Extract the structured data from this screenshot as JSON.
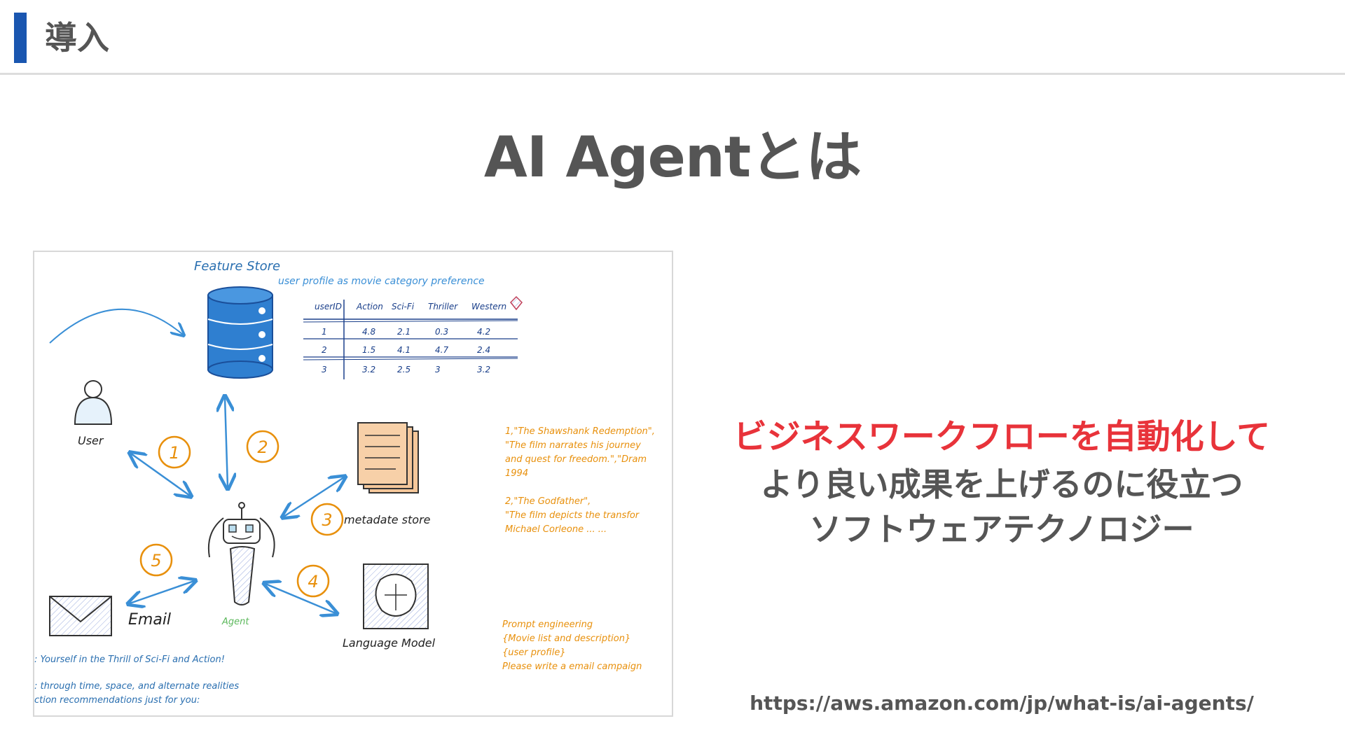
{
  "header": {
    "title": "導入",
    "accent_color": "#1a56b0"
  },
  "slide": {
    "title": "AI Agentとは"
  },
  "diagram": {
    "feature_store_title": "Feature Store",
    "feature_store_subtitle": "user profile as movie category preference",
    "table_headers": [
      "userID",
      "Action",
      "Sci-Fi",
      "Thriller",
      "Western"
    ],
    "table_rows": [
      [
        "1",
        "4.8",
        "2.1",
        "0.3",
        "4.2"
      ],
      [
        "2",
        "1.5",
        "4.1",
        "4.7",
        "2.4"
      ],
      [
        "3",
        "3.2",
        "2.5",
        "3",
        "3.2"
      ]
    ],
    "user_label": "User",
    "agent_label": "Agent",
    "metadata_label": "metadate store",
    "llm_label": "Language Model",
    "email_label": "Email",
    "step_numbers": [
      "1",
      "2",
      "3",
      "4",
      "5"
    ],
    "movie_1_lines": [
      "1,\"The Shawshank Redemption\",",
      "\"The film narrates his journey",
      "and quest for freedom.\",\"Dram",
      "1994"
    ],
    "movie_2_lines": [
      "2,\"The Godfather\",",
      "\"The film depicts the transfor",
      "Michael Corleone ... ..."
    ],
    "prompt_lines": [
      "Prompt engineering",
      "{Movie list and description}",
      "{user profile}",
      "Please write a email campaign"
    ],
    "email_lines": [
      ": Yourself in the Thrill of Sci-Fi and Action!",
      ": through time, space, and alternate realities",
      "ction recommendations just for you:"
    ],
    "colors": {
      "blue": "#3a8fd6",
      "orange": "#e8900c",
      "dark": "#333333",
      "green": "#5cb85c"
    }
  },
  "description": {
    "line1": "ビジネスワークフローを自動化して",
    "line2": "より良い成果を上げるのに役立つ",
    "line3": "ソフトウェアテクノロジー",
    "highlight_color": "#e8333a"
  },
  "source": {
    "url": "https://aws.amazon.com/jp/what-is/ai-agents/"
  }
}
